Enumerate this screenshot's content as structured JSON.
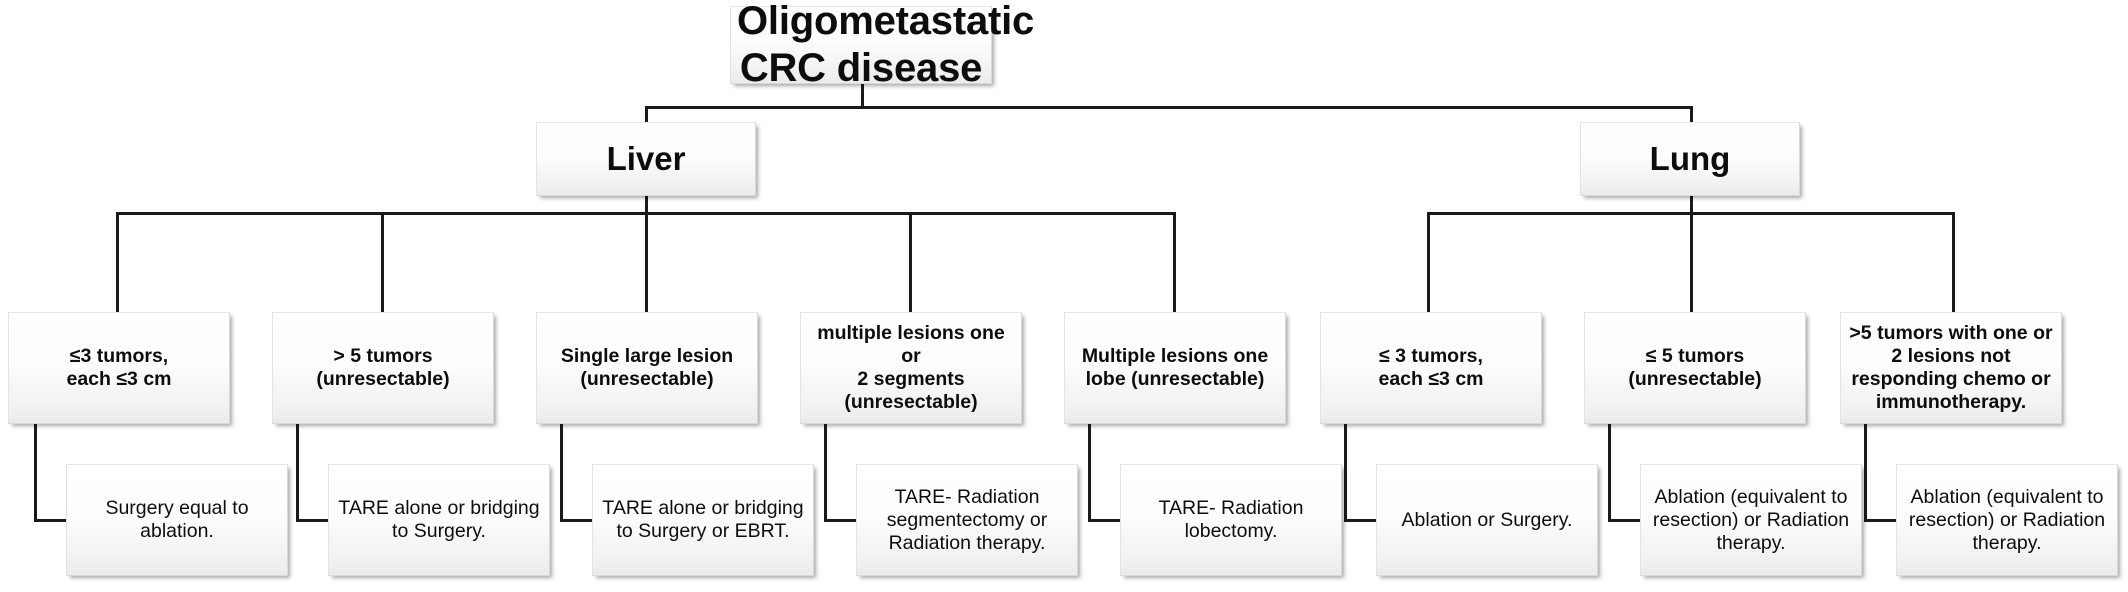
{
  "diagram": {
    "title": "Oligometastatic CRC disease",
    "type": "flowchart",
    "line_color": "#1a1a1a",
    "box_fill": "#f2f2f2",
    "text_color": "#0d0d0d"
  },
  "root": {
    "label": "Oligometastatic CRC disease"
  },
  "organs": [
    {
      "label": "Liver"
    },
    {
      "label": "Lung"
    }
  ],
  "criteria": [
    {
      "label": "≤3 tumors,\neach ≤3 cm",
      "organ": "Liver"
    },
    {
      "label": "> 5 tumors\n(unresectable)",
      "organ": "Liver"
    },
    {
      "label": "Single large lesion\n(unresectable)",
      "organ": "Liver"
    },
    {
      "label": "multiple lesions one or\n2 segments\n(unresectable)",
      "organ": "Liver"
    },
    {
      "label": "Multiple lesions one\nlobe (unresectable)",
      "organ": "Liver"
    },
    {
      "label": "≤ 3 tumors,\neach ≤3 cm",
      "organ": "Lung"
    },
    {
      "label": "≤ 5 tumors\n(unresectable)",
      "organ": "Lung"
    },
    {
      "label": ">5 tumors with one or\n2 lesions not\nresponding chemo or\nimmunotherapy.",
      "organ": "Lung"
    }
  ],
  "treatments": [
    {
      "label": "Surgery equal to\nablation."
    },
    {
      "label": "TARE alone or bridging\nto Surgery."
    },
    {
      "label": "TARE alone or bridging\nto Surgery or EBRT."
    },
    {
      "label": "TARE- Radiation\nsegmentectomy or\nRadiation therapy."
    },
    {
      "label": "TARE- Radiation\nlobectomy."
    },
    {
      "label": "Ablation or Surgery."
    },
    {
      "label": "Ablation (equivalent to\nresection) or Radiation\ntherapy."
    },
    {
      "label": "Ablation (equivalent to\nresection) or Radiation\ntherapy."
    }
  ]
}
